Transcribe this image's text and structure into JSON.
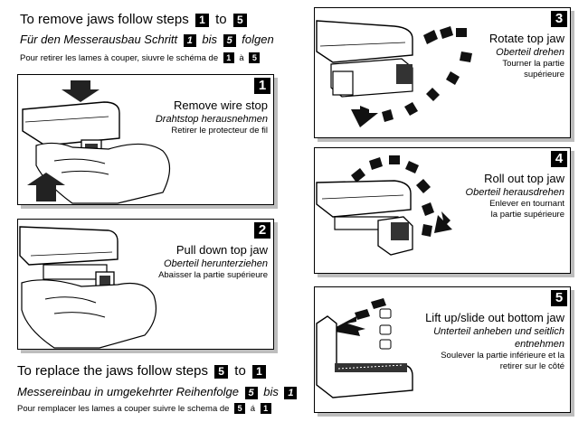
{
  "remove": {
    "title_pre": "To remove jaws follow steps",
    "title_from": "1",
    "title_mid": "to",
    "title_to": "5",
    "de_pre": "Für den Messerausbau Schritt",
    "de_from": "1",
    "de_mid": "bis",
    "de_to": "5",
    "de_post": "folgen",
    "fr_pre": "Pour retirer les lames à couper, siuvre le schéma de",
    "fr_from": "1",
    "fr_mid": "à",
    "fr_to": "5"
  },
  "replace": {
    "title_pre": "To replace the jaws follow steps",
    "title_from": "5",
    "title_mid": "to",
    "title_to": "1",
    "de_pre": "Messereinbau in umgekehrter Reihenfolge",
    "de_from": "5",
    "de_mid": "bis",
    "de_to": "1",
    "fr_pre": "Pour remplacer les lames a couper suivre le schema de",
    "fr_from": "5",
    "fr_mid": "á",
    "fr_to": "1"
  },
  "steps": [
    {
      "number": "1",
      "en": "Remove wire stop",
      "de": "Drahtstop herausnehmen",
      "fr1": "Retirer le protecteur de fil",
      "fr2": ""
    },
    {
      "number": "2",
      "en": "Pull down top jaw",
      "de": "Oberteil herunterziehen",
      "fr1": "Abaisser la partie supérieure",
      "fr2": ""
    },
    {
      "number": "3",
      "en": "Rotate top jaw",
      "de": "Oberteil drehen",
      "fr1": "Tourner la partie",
      "fr2": "supérieure"
    },
    {
      "number": "4",
      "en": "Roll out top jaw",
      "de": "Oberteil herausdrehen",
      "fr1": "Enlever en tournant",
      "fr2": "la partie supérieure"
    },
    {
      "number": "5",
      "en": "Lift up/slide out bottom jaw",
      "de1": "Unterteil anheben und seitlich",
      "de2": "entnehmen",
      "fr1": "Soulever la partie inférieure et la",
      "fr2": "retirer sur le côté"
    }
  ]
}
